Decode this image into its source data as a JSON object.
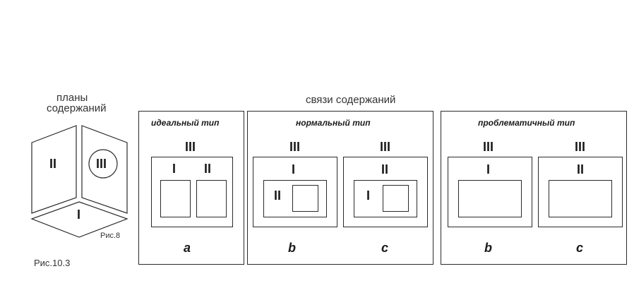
{
  "left": {
    "heading_line1": "планы",
    "heading_line2": "содержаний",
    "face_left": "II",
    "face_right": "III",
    "face_bottom": "I",
    "fig_small": "Рис.8",
    "fig_main": "Рис.10.3"
  },
  "main": {
    "heading": "связи содержаний",
    "panel_ideal": {
      "title": "идеальный тип",
      "outer_label": "III",
      "label_i": "I",
      "label_ii": "II",
      "letter": "a"
    },
    "panel_normal": {
      "title": "нормальный  тип",
      "col1": {
        "outer_label": "III",
        "inner_label": "I",
        "nested_label": "II",
        "letter": "b"
      },
      "col2": {
        "outer_label": "III",
        "inner_label": "II",
        "nested_label": "I",
        "letter": "c"
      }
    },
    "panel_problem": {
      "title": "проблематичный  тип",
      "col1": {
        "outer_label": "III",
        "inner_label": "I",
        "letter": "b"
      },
      "col2": {
        "outer_label": "III",
        "inner_label": "II",
        "letter": "c"
      }
    }
  }
}
